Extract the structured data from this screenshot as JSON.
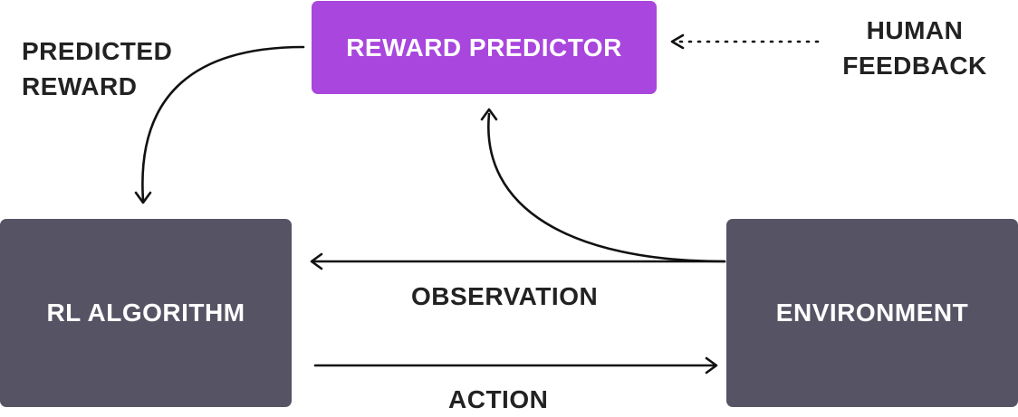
{
  "nodes": {
    "reward_predictor": {
      "label": "REWARD PREDICTOR",
      "color": "#a846dd"
    },
    "rl_algorithm": {
      "label": "RL ALGORITHM",
      "color": "#565464"
    },
    "environment": {
      "label": "ENVIRONMENT",
      "color": "#565464"
    }
  },
  "labels": {
    "predicted_reward_line1": "PREDICTED",
    "predicted_reward_line2": "REWARD",
    "human_feedback_line1": "HUMAN",
    "human_feedback_line2": "FEEDBACK",
    "observation": "OBSERVATION",
    "action": "ACTION"
  },
  "colors": {
    "arrow": "#111111",
    "text": "#222222"
  }
}
